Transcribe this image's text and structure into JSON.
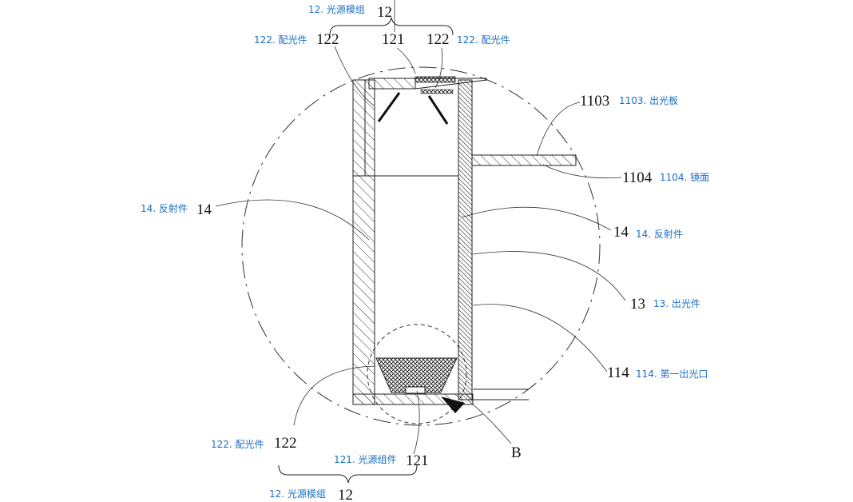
{
  "labels": {
    "top_group": {
      "num": "12",
      "text": "12. 光源模组"
    },
    "top_left_lens": {
      "num": "122",
      "text": "122. 配光件"
    },
    "top_source": {
      "num": "121"
    },
    "top_right_lens": {
      "num": "122",
      "text": "122. 配光件"
    },
    "exit_plate": {
      "num": "1103",
      "text": "1103. 出光板"
    },
    "mirror": {
      "num": "1104",
      "text": "1104. 镜面"
    },
    "left_reflector": {
      "num": "14",
      "text": "14. 反射件"
    },
    "right_reflector": {
      "num": "14",
      "text": "14. 反射件"
    },
    "light_exit_part": {
      "num": "13",
      "text": "13. 出光件"
    },
    "first_exit": {
      "num": "114",
      "text": "114. 第一出光口"
    },
    "bottom_lens": {
      "num": "122",
      "text": "122. 配光件"
    },
    "bottom_source": {
      "num": "121",
      "text": "121. 光源组件"
    },
    "bottom_group": {
      "num": "12",
      "text": "12. 光源模组"
    },
    "detail_b": {
      "num": "B"
    }
  },
  "colors": {
    "line": "#222222",
    "annotation": "#1a6fc4",
    "dark_fill": "#555555"
  }
}
